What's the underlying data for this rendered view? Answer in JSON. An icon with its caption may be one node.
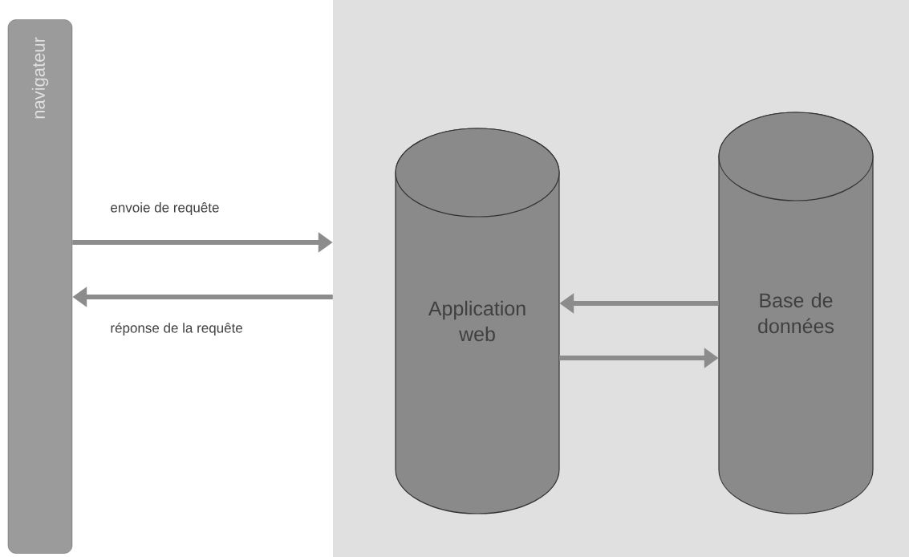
{
  "diagram": {
    "nodes": [
      {
        "text": [
          "navigateur"
        ]
      },
      {
        "text": [],
        "shape": "box"
      },
      {
        "text": [
          "Application web"
        ],
        "in": 1
      },
      {
        "text": [
          "Base de données"
        ],
        "in": 1
      }
    ],
    "edges": [
      {
        "from": 0,
        "to": 1,
        "arrow": "to",
        "label": "envoie de requête"
      },
      {
        "from": 1,
        "to": 0,
        "arrow": "to",
        "label": "réponse de la requête"
      },
      {
        "from": 3,
        "to": 2,
        "arrow": "to"
      },
      {
        "from": 2,
        "to": 3,
        "arrow": "to"
      }
    ]
  }
}
